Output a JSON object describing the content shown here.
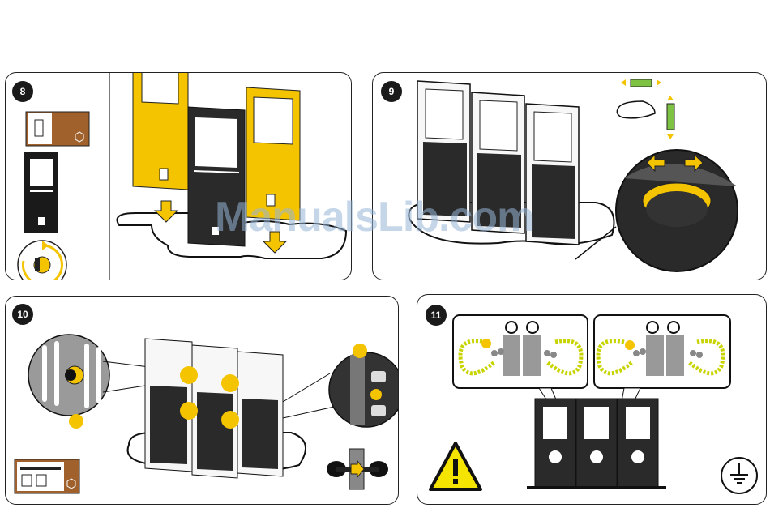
{
  "steps": [
    {
      "number": "8"
    },
    {
      "number": "9"
    },
    {
      "number": "10"
    },
    {
      "number": "11"
    }
  ],
  "watermark": "ManualsLib.com",
  "colors": {
    "accent": "#f5c400",
    "frame_dark": "#2a2a2a",
    "green": "#7dc242",
    "brown": "#a0612c",
    "cable": "#c8d400"
  },
  "icons": [
    "rotate-icon",
    "warning-icon",
    "ground-icon",
    "spirit-level-icon",
    "box-icon"
  ]
}
